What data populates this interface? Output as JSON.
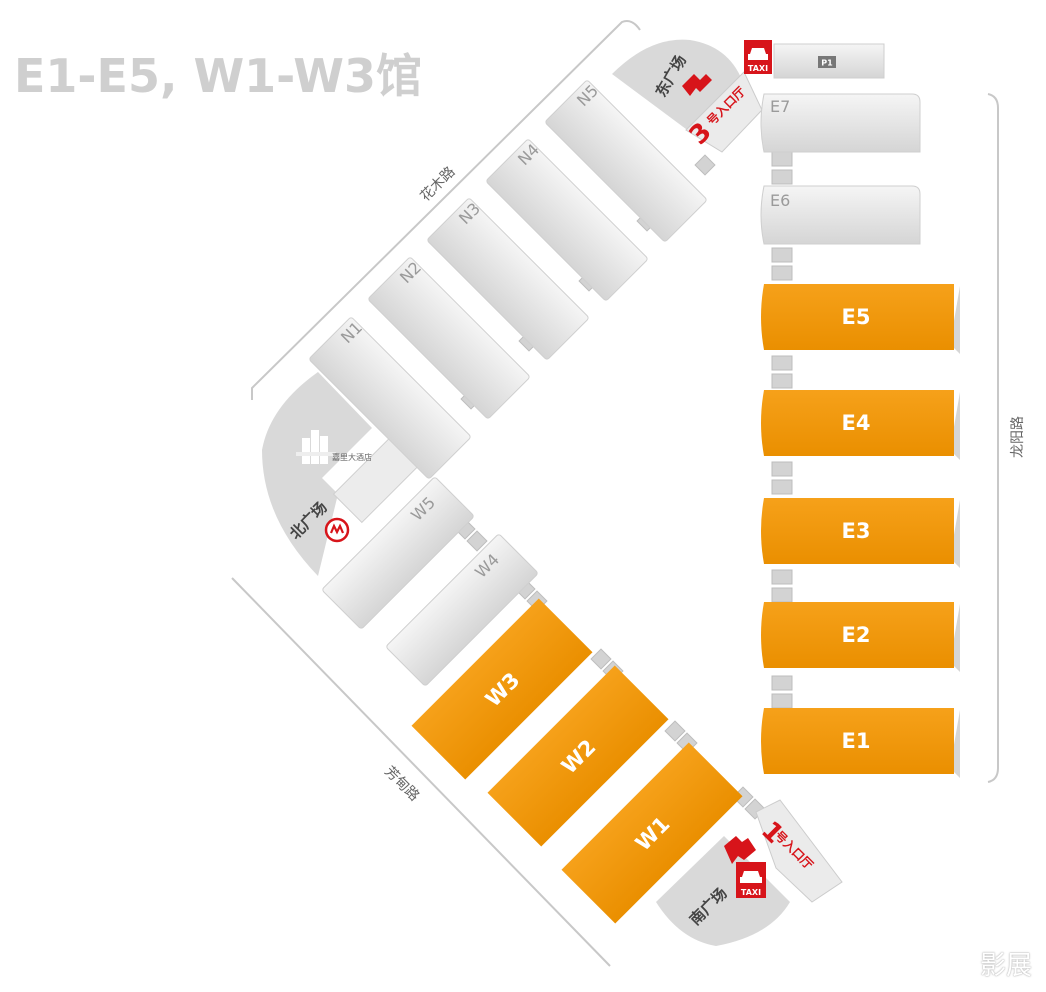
{
  "title": "E1-E5, W1-W3馆",
  "colors": {
    "highlight": "#f39800",
    "highlight_side": "#c97800",
    "hall_grey_top": "#f4f4f4",
    "hall_grey_bottom": "#d6d6d6",
    "connector": "#d0d0d0",
    "plaza": "#d9d9d9",
    "accent_red": "#d7141a",
    "road_line": "#c8c8c8",
    "label_grey": "#9a9a9a"
  },
  "highlighted_halls": [
    "E1",
    "E2",
    "E3",
    "E4",
    "E5",
    "W1",
    "W2",
    "W3"
  ],
  "halls_east": [
    {
      "id": "E7",
      "label": "E7",
      "highlighted": false
    },
    {
      "id": "E6",
      "label": "E6",
      "highlighted": false
    },
    {
      "id": "E5",
      "label": "E5",
      "highlighted": true
    },
    {
      "id": "E4",
      "label": "E4",
      "highlighted": true
    },
    {
      "id": "E3",
      "label": "E3",
      "highlighted": true
    },
    {
      "id": "E2",
      "label": "E2",
      "highlighted": true
    },
    {
      "id": "E1",
      "label": "E1",
      "highlighted": true
    }
  ],
  "halls_north": [
    {
      "id": "N1",
      "label": "N1",
      "highlighted": false
    },
    {
      "id": "N2",
      "label": "N2",
      "highlighted": false
    },
    {
      "id": "N3",
      "label": "N3",
      "highlighted": false
    },
    {
      "id": "N4",
      "label": "N4",
      "highlighted": false
    },
    {
      "id": "N5",
      "label": "N5",
      "highlighted": false
    }
  ],
  "halls_west": [
    {
      "id": "W5",
      "label": "W5",
      "highlighted": false
    },
    {
      "id": "W4",
      "label": "W4",
      "highlighted": false
    },
    {
      "id": "W3",
      "label": "W3",
      "highlighted": true
    },
    {
      "id": "W2",
      "label": "W2",
      "highlighted": true
    },
    {
      "id": "W1",
      "label": "W1",
      "highlighted": true
    }
  ],
  "parking": {
    "label": "P1"
  },
  "roads": {
    "north": "花木路",
    "east": "龙阳路",
    "southwest": "芳甸路"
  },
  "plazas": {
    "east": "东广场",
    "north": "北广场",
    "south": "南广场"
  },
  "entrances": {
    "entrance_3": {
      "number": "3",
      "text": "号入口厅"
    },
    "entrance_1": {
      "number": "1",
      "text": "号入口厅"
    }
  },
  "hotel": {
    "label": "嘉里大酒店"
  },
  "taxi": {
    "label": "TAXI"
  },
  "icons": [
    "taxi-icon",
    "metro-icon",
    "building-icon",
    "entrance-marker-icon"
  ],
  "watermark": "影展"
}
